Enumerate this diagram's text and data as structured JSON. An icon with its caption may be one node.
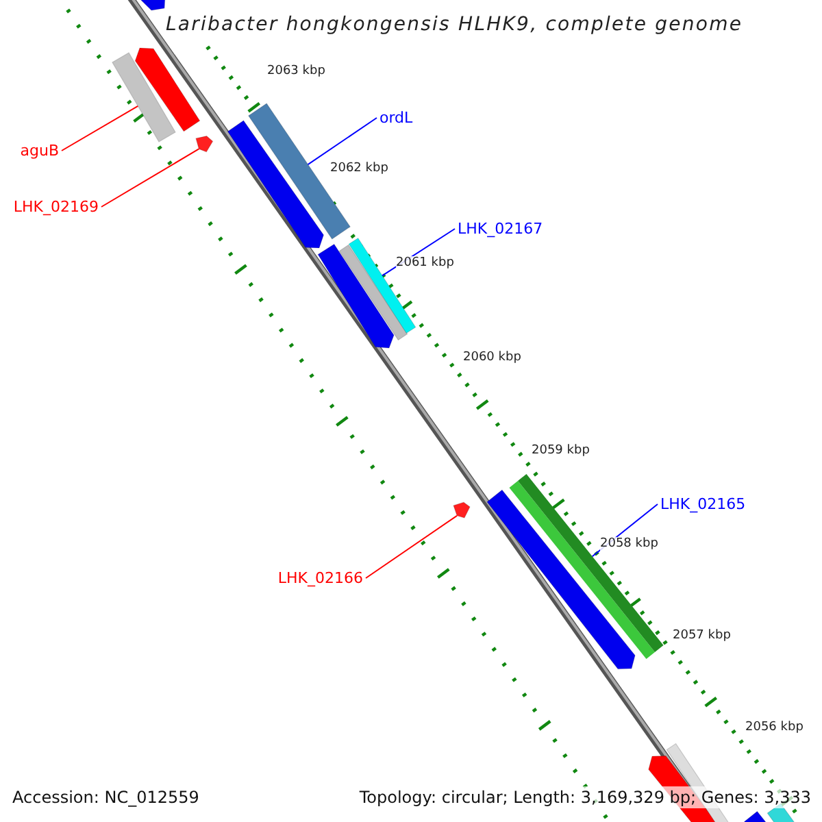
{
  "diagram": {
    "title": "Laribacter hongkongensis HLHK9, complete genome",
    "nodes": [
      {
        "text": [
          "aguB"
        ]
      },
      {
        "text": [],
        "shape": "bar"
      },
      {
        "text": [
          "LHK_02169"
        ]
      },
      {
        "text": [],
        "shape": "pentagon"
      },
      {
        "text": [
          "ordL"
        ]
      },
      {
        "text": [],
        "shape": "bar"
      },
      {
        "text": [
          "LHK_02167"
        ]
      },
      {
        "text": [],
        "shape": "bar"
      },
      {
        "text": [
          "LHK_02166"
        ]
      },
      {
        "text": [],
        "shape": "pentagon"
      },
      {
        "text": [
          "LHK_02165"
        ]
      },
      {
        "text": [],
        "shape": "bar"
      }
    ],
    "edges": [
      {
        "from": 0,
        "to": 1,
        "arrow": "none",
        "color": "#ff0000"
      },
      {
        "from": 2,
        "to": 3,
        "arrow": "none",
        "color": "#ff0000"
      },
      {
        "from": 4,
        "to": 5,
        "arrow": "none",
        "color": "#0000ff"
      },
      {
        "from": 6,
        "to": 7,
        "arrow": "none",
        "color": "#0000ff"
      },
      {
        "from": 8,
        "to": 9,
        "arrow": "none",
        "color": "#ff0000"
      },
      {
        "from": 10,
        "to": 11,
        "arrow": "none",
        "color": "#0000ff"
      }
    ],
    "labels": [
      "2063 kbp",
      "2062 kbp",
      "2061 kbp",
      "2060 kbp",
      "2059 kbp",
      "2058 kbp",
      "2057 kbp",
      "2056 kbp",
      "Accession: NC_012559",
      "Topology: circular; Length: 3,169,329 bp; Genes: 3,333"
    ]
  }
}
